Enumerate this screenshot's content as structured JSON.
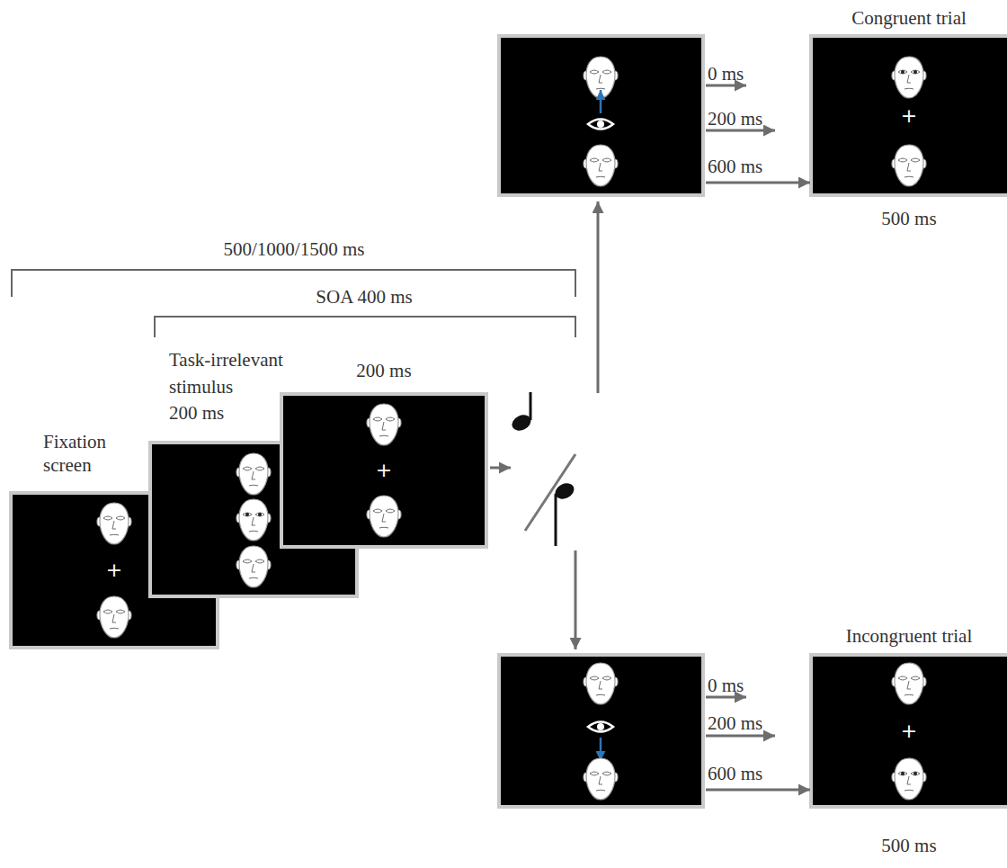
{
  "diagram": {
    "nodes": [
      {
        "text": [
          "Fixation screen",
          "+"
        ]
      },
      {
        "text": [
          "Task-irrelevant stimulus",
          "200 ms"
        ]
      },
      {
        "text": [
          "200 ms",
          "+"
        ]
      },
      {
        "text": [
          "0 ms",
          "200 ms"
        ]
      },
      {
        "text": [
          "Congruent trial",
          "+",
          "500 ms"
        ]
      },
      {
        "text": [
          "0 ms",
          "200 ms"
        ]
      },
      {
        "text": [
          "Incongruent trial",
          "+",
          "500 ms"
        ]
      }
    ],
    "edges": [
      {
        "from": 3,
        "to": 4,
        "arrow": "to",
        "label": "600 ms"
      },
      {
        "from": 5,
        "to": 6,
        "arrow": "to",
        "label": "600 ms"
      }
    ],
    "labels": [
      "500/1000/1500 ms",
      "SOA 400 ms"
    ]
  }
}
